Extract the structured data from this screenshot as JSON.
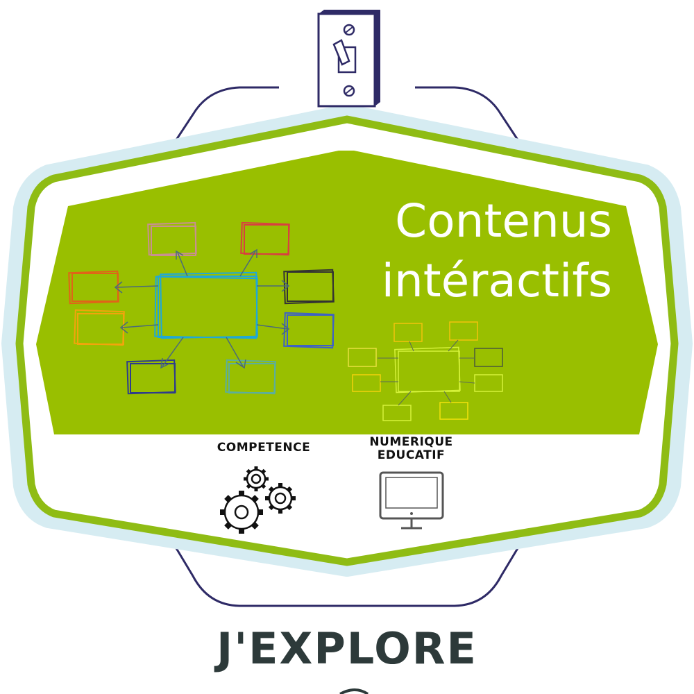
{
  "badge": {
    "title_line1": "Contenus",
    "title_line2": "intéractifs",
    "skills": [
      {
        "label": "COMPETENCE",
        "icon": "gears-icon"
      },
      {
        "label_line1": "NUMERIQUE",
        "label_line2": "EDUCATIF",
        "icon": "monitor-icon"
      }
    ],
    "level_label": "J'EXPLORE",
    "top_icon": "light-switch-icon",
    "illustration": "mind-map-sketch-icon"
  },
  "colors": {
    "panel_green": "#99bf00",
    "ring_green": "#8fbc14",
    "ring_light_blue": "#d6ecf2",
    "outline_navy": "#2e2a66",
    "footer_text": "#2d3a3a"
  }
}
